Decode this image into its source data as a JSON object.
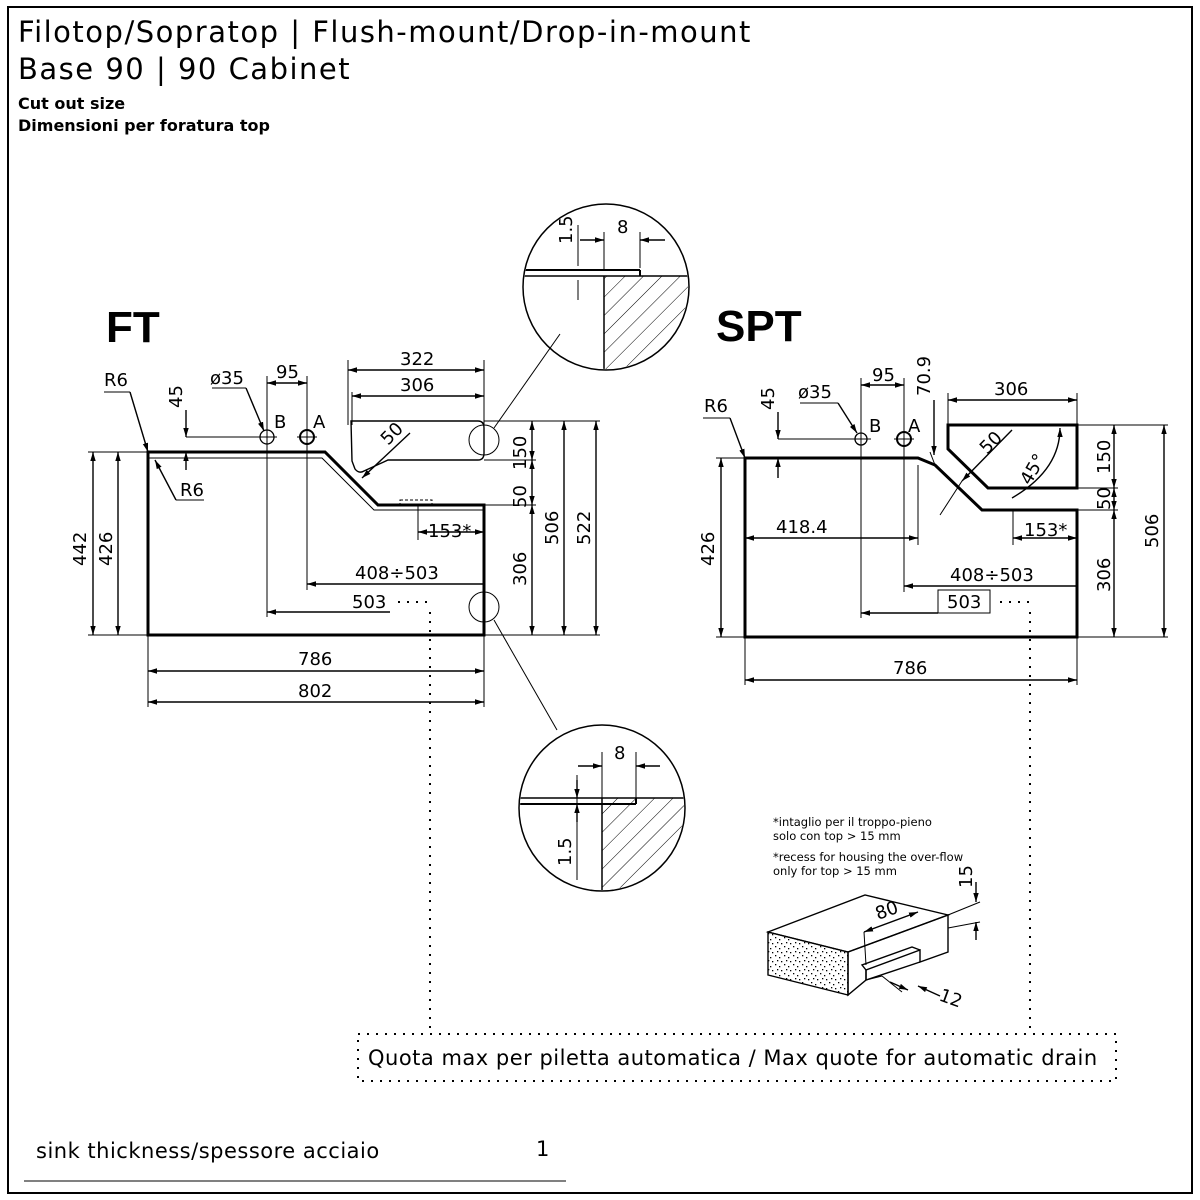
{
  "header": {
    "title_line1": "Filotop/Sopratop | Flush-mount/Drop-in-mount",
    "title_line2": "Base 90 | 90 Cabinet",
    "subtitle_line1": "Cut out size",
    "subtitle_line2": "Dimensioni per foratura top"
  },
  "ft": {
    "label": "FT",
    "dim_322": "322",
    "dim_306": "306",
    "dim_95": "95",
    "dim_45": "45",
    "dim_diam": "ø35",
    "radius_top": "R6",
    "radius_inner": "R6",
    "marker_b": "B",
    "marker_a": "A",
    "dim_50_diag": "50",
    "dim_150": "150",
    "dim_50": "50",
    "dim_153": "153*",
    "dim_506": "506",
    "dim_522": "522",
    "dim_306_v": "306",
    "dim_408_503": "408÷503",
    "dim_503": "503",
    "dim_442": "442",
    "dim_426": "426",
    "dim_786": "786",
    "dim_802": "802"
  },
  "spt": {
    "label": "SPT",
    "dim_95": "95",
    "dim_70_9": "70.9",
    "dim_306": "306",
    "dim_45": "45",
    "dim_diam": "ø35",
    "radius_top": "R6",
    "marker_b": "B",
    "marker_a": "A",
    "dim_50_diag": "50",
    "dim_45_deg": "45°",
    "dim_150": "150",
    "dim_50": "50",
    "dim_153": "153*",
    "dim_418_4": "418.4",
    "dim_408_503": "408÷503",
    "dim_503": "503",
    "dim_426": "426",
    "dim_306_v": "306",
    "dim_506": "506",
    "dim_786": "786"
  },
  "detail_top": {
    "dim_1_5": "1.5",
    "dim_8": "8"
  },
  "detail_bottom": {
    "dim_8": "8",
    "dim_1_5": "1.5"
  },
  "recess": {
    "note_it_line1": "*intaglio per il troppo-pieno",
    "note_it_line2": "solo con top > 15 mm",
    "note_en_line1": "*recess for housing the over-flow",
    "note_en_line2": "only for top > 15 mm",
    "dim_80": "80",
    "dim_15": "15",
    "dim_12": "12"
  },
  "drain_note": "Quota max per piletta automatica / Max quote for automatic drain",
  "footer": {
    "thickness_label": "sink thickness/spessore acciaio",
    "thickness_value": "1"
  }
}
